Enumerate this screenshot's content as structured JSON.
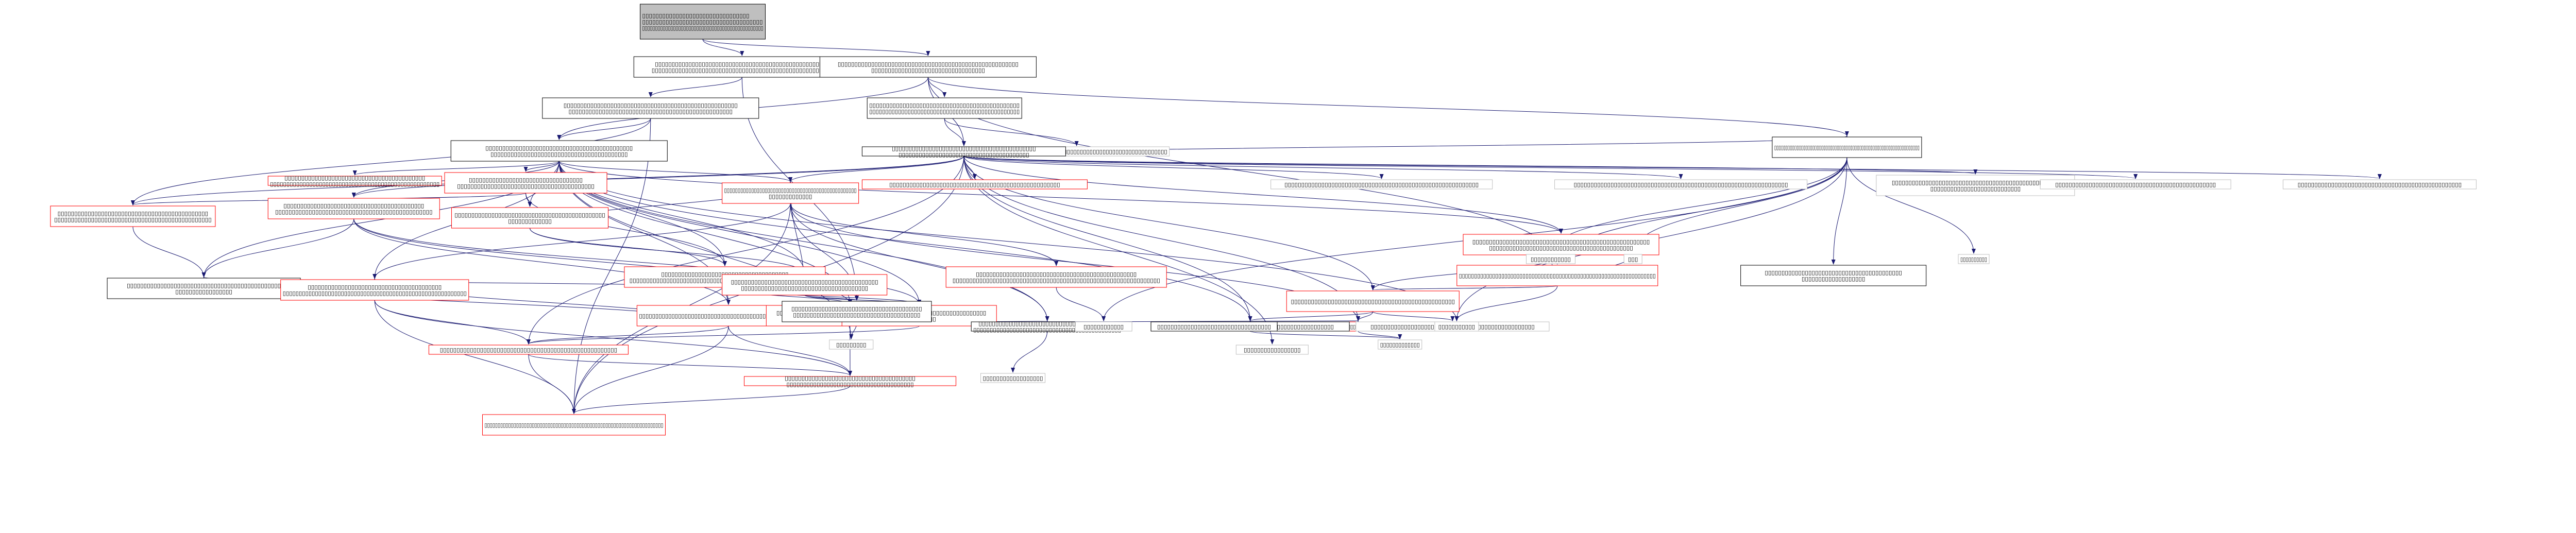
{
  "colors": {
    "root_fill": "#bfbfbf",
    "black_stroke": "#000000",
    "red_stroke": "#ff0000",
    "gray_stroke": "#bfbfbf",
    "edge": "#191970"
  },
  "nodes": [
    {
      "id": "root",
      "kind": "root",
      "lines": [
        "▯▯▯▯▯▯▯▯▯▯▯▯▯▯▯▯▯▯▯▯▯▯▯▯▯▯▯▯▯▯▯▯",
        "▯▯▯▯▯▯▯▯▯▯▯▯▯▯▯▯▯▯▯▯▯▯▯▯▯▯▯▯▯▯▯▯▯▯▯▯",
        "▯▯▯▯▯▯▯▯▯▯▯▯▯▯▯▯▯▯▯▯▯▯▯▯▯▯▯▯▯▯▯▯▯▯▯▯▯▯▯▯▯▯▯▯▯▯▯"
      ]
    },
    {
      "id": "n_a",
      "kind": "black",
      "lines": [
        "▯▯▯▯▯▯▯▯▯▯▯▯▯▯▯▯▯▯▯▯▯▯▯▯▯▯▯▯▯▯▯▯▯▯▯▯▯▯▯▯▯▯▯▯▯▯▯▯▯▯▯▯",
        "▯▯▯▯▯▯▯▯▯▯▯▯▯▯▯▯▯▯▯▯▯▯▯▯▯▯▯▯▯▯▯▯▯▯▯▯▯▯▯▯▯▯▯▯▯▯▯▯▯▯▯▯▯▯"
      ]
    },
    {
      "id": "n_b",
      "kind": "black",
      "lines": [
        "▯▯▯▯▯▯▯▯▯▯▯▯▯▯▯▯▯▯▯▯▯▯▯▯▯▯▯▯▯▯▯▯▯▯▯▯▯▯▯▯▯▯▯▯▯▯▯▯▯▯▯▯▯▯",
        "▯▯▯▯▯▯▯▯▯▯▯▯▯▯▯▯▯▯▯▯▯▯▯▯▯▯▯▯▯▯▯▯▯▯"
      ]
    },
    {
      "id": "n_c",
      "kind": "black",
      "lines": [
        "▯▯▯▯▯▯▯▯▯▯▯▯▯▯▯▯▯▯▯▯▯▯▯▯▯▯▯▯▯▯▯▯▯▯▯▯▯▯▯▯▯▯▯▯▯▯▯▯▯▯▯▯",
        "▯▯▯▯▯▯▯▯▯▯▯▯▯▯▯▯▯▯▯▯▯▯▯▯▯▯▯▯▯▯▯▯▯▯▯▯▯▯▯▯▯▯▯▯▯▯▯▯▯"
      ]
    },
    {
      "id": "n_d",
      "kind": "black",
      "lines": [
        "▯▯▯▯▯▯▯▯▯▯▯▯▯▯▯▯▯▯▯▯▯▯▯▯▯▯▯▯▯▯▯▯▯▯▯▯▯▯▯▯▯▯▯▯▯",
        "▯▯▯▯▯▯▯▯▯▯▯▯▯▯▯▯▯▯▯▯▯▯▯▯▯▯▯▯▯▯▯▯▯▯▯▯▯▯▯▯▯▯▯▯▯▯▯"
      ]
    },
    {
      "id": "n_e",
      "kind": "black",
      "lines": [
        "▯▯▯▯▯▯▯▯▯▯▯▯▯▯▯▯▯▯▯▯▯▯▯▯▯▯▯▯▯▯▯▯▯▯▯▯▯▯▯▯▯▯▯▯",
        "▯▯▯▯▯▯▯▯▯▯▯▯▯▯▯▯▯▯▯▯▯▯▯▯▯▯▯▯▯▯▯▯▯▯▯▯▯▯▯▯▯"
      ]
    },
    {
      "id": "n_f",
      "kind": "gray",
      "lines": [
        "▯▯▯▯▯▯▯▯▯▯▯▯▯▯▯▯▯▯▯▯▯▯▯▯▯▯▯▯▯▯▯▯▯▯▯▯▯▯▯▯▯▯▯▯▯▯▯▯▯▯▯▯▯▯▯▯"
      ]
    },
    {
      "id": "n_g",
      "kind": "black",
      "lines": [
        "▯▯▯▯▯▯▯▯▯▯▯▯▯▯▯▯▯▯▯▯▯▯▯▯▯▯▯▯▯▯▯▯▯▯▯▯▯▯▯▯▯▯▯",
        "▯▯▯▯▯▯▯▯▯▯▯▯▯▯▯▯▯▯▯▯▯▯▯▯▯▯▯▯▯▯▯▯▯▯▯▯▯▯▯"
      ]
    },
    {
      "id": "n_h",
      "kind": "black",
      "lines": [
        "▯▯▯▯▯▯▯▯▯▯▯▯▯▯▯▯▯▯▯▯▯▯▯▯▯▯▯▯▯▯▯▯▯▯▯▯▯▯▯▯▯▯▯▯▯▯▯▯▯▯▯▯▯▯▯▯▯▯▯▯▯▯▯▯▯"
      ]
    },
    {
      "id": "n_i",
      "kind": "black",
      "lines": [
        "▯▯▯▯▯▯▯▯▯▯▯▯▯▯▯▯▯▯▯▯▯▯▯▯▯▯▯▯▯▯▯▯▯▯▯▯▯▯▯▯▯▯▯▯▯▯",
        "▯▯▯▯▯▯▯▯▯▯▯▯▯▯▯▯▯"
      ]
    },
    {
      "id": "r_1",
      "kind": "red",
      "lines": [
        "▯▯▯▯▯▯▯▯▯▯▯▯▯▯▯▯▯▯▯▯▯▯▯▯▯▯▯▯▯▯▯▯▯▯",
        "▯▯▯▯▯▯▯▯▯▯▯▯▯▯▯▯▯▯▯▯▯▯▯▯▯▯▯▯▯▯▯▯▯▯▯▯▯▯▯▯▯"
      ]
    },
    {
      "id": "r_2",
      "kind": "red",
      "lines": [
        "▯▯▯▯▯▯▯▯▯▯▯▯▯▯▯▯▯▯▯▯▯▯▯▯▯▯▯▯▯▯▯▯▯▯▯▯▯▯▯▯▯▯▯▯▯",
        "▯▯▯▯▯▯▯▯▯▯▯▯▯"
      ]
    },
    {
      "id": "r_3",
      "kind": "red",
      "lines": [
        "▯▯▯▯▯▯▯▯▯▯▯▯▯▯▯▯▯▯▯▯▯▯▯▯▯▯▯▯▯▯▯▯▯▯▯▯▯▯▯▯▯▯",
        "▯▯▯▯▯▯▯▯▯▯▯▯▯▯▯▯▯▯▯▯▯▯▯▯▯▯▯▯▯▯▯▯▯▯▯▯▯▯▯▯▯▯▯▯▯▯▯"
      ]
    },
    {
      "id": "r_4",
      "kind": "red",
      "lines": [
        "▯▯▯▯▯▯▯▯▯▯▯▯▯▯▯▯▯▯▯▯▯▯▯▯▯▯▯▯▯▯▯▯▯▯▯▯▯▯▯▯▯▯▯▯▯",
        "▯▯▯▯▯▯▯▯▯▯▯▯▯▯▯▯▯▯▯▯▯▯▯▯▯▯▯▯▯▯▯▯▯▯▯▯▯▯▯▯▯▯▯▯▯▯▯"
      ]
    },
    {
      "id": "r_5",
      "kind": "red",
      "lines": [
        "▯▯▯▯▯▯▯▯▯▯▯▯▯▯▯▯▯▯▯▯▯▯▯▯▯▯▯▯▯▯▯▯▯▯▯▯▯▯▯▯▯▯▯▯▯▯▯▯▯",
        "▯▯▯▯▯▯▯▯▯▯▯▯▯"
      ]
    },
    {
      "id": "r_6",
      "kind": "red",
      "lines": [
        "▯▯▯▯▯▯▯▯▯▯▯▯▯▯▯▯▯▯▯▯▯▯▯▯▯▯▯▯▯▯▯▯▯▯▯▯▯▯",
        "▯▯▯▯▯▯▯▯▯▯▯▯▯▯▯▯▯▯▯▯▯▯▯▯▯▯▯▯▯▯▯▯▯▯▯▯▯▯▯▯▯▯▯▯▯▯▯▯▯▯▯▯▯▯▯▯▯"
      ]
    },
    {
      "id": "r_7",
      "kind": "red",
      "lines": [
        "▯▯▯▯▯▯▯▯▯▯▯▯▯▯▯▯▯▯▯▯▯▯▯▯▯▯▯▯▯▯▯▯▯▯▯▯▯▯▯▯▯▯▯▯",
        "▯▯▯▯▯▯▯▯▯▯▯▯▯▯▯▯▯▯▯▯▯▯▯▯▯▯▯▯▯▯▯▯▯▯▯▯▯▯"
      ]
    },
    {
      "id": "r_8",
      "kind": "red",
      "lines": [
        "▯▯▯▯▯▯▯▯▯▯▯▯▯▯▯▯▯▯▯▯▯▯▯▯▯▯▯▯▯▯▯▯▯▯▯▯▯▯▯▯▯▯▯▯▯▯▯▯▯▯▯▯▯▯▯"
      ]
    },
    {
      "id": "r_9",
      "kind": "red",
      "lines": [
        "▯▯▯▯▯▯▯▯▯▯▯▯▯▯▯▯▯▯▯▯▯▯▯▯▯▯▯▯▯▯▯▯▯▯▯▯▯▯▯▯▯▯▯▯",
        "▯▯▯▯▯▯▯▯▯"
      ]
    },
    {
      "id": "r_10",
      "kind": "red",
      "lines": [
        "▯▯▯▯▯▯▯▯▯▯▯▯▯▯▯▯▯▯▯▯▯▯▯▯▯▯▯▯▯▯▯▯▯▯▯▯▯▯▯▯",
        "▯▯▯▯▯▯▯▯▯▯"
      ]
    },
    {
      "id": "r_11",
      "kind": "red",
      "lines": [
        "▯▯▯▯▯▯▯▯▯▯▯▯▯▯▯▯▯▯▯▯▯▯▯▯▯▯▯▯▯▯▯▯▯▯▯▯▯▯▯▯▯▯",
        "▯▯▯▯▯▯▯▯▯▯▯▯▯▯▯▯▯▯▯▯▯▯▯▯▯▯▯▯▯▯▯▯▯▯▯▯▯▯▯▯▯▯▯▯▯▯▯▯▯▯▯▯"
      ]
    },
    {
      "id": "r_12",
      "kind": "red",
      "lines": [
        "▯▯▯▯▯▯▯▯▯▯▯▯▯▯▯▯▯▯▯▯▯▯▯▯▯▯▯▯▯▯▯▯▯▯▯▯▯▯▯▯",
        "▯▯▯▯▯▯▯▯▯▯▯▯▯▯▯▯▯▯▯▯▯▯▯▯▯▯▯▯▯▯▯▯▯▯▯▯▯▯▯▯▯▯▯▯▯▯▯▯▯▯▯▯▯▯▯▯▯"
      ]
    },
    {
      "id": "r_13",
      "kind": "red",
      "lines": [
        "▯▯▯▯▯▯▯▯▯▯▯▯▯▯▯▯▯▯▯▯▯▯▯▯▯▯▯▯▯▯▯▯▯▯▯▯▯▯▯▯▯▯▯▯▯▯▯▯▯▯▯"
      ]
    },
    {
      "id": "r_14",
      "kind": "red",
      "lines": [
        "▯▯▯▯▯▯▯▯▯▯▯▯▯▯▯▯▯▯▯▯▯▯▯▯▯▯▯▯▯▯▯▯▯▯▯▯▯▯▯▯▯▯▯▯▯▯▯▯▯▯▯▯▯"
      ]
    },
    {
      "id": "r_15",
      "kind": "red",
      "lines": [
        "▯▯▯▯▯▯▯▯▯▯▯▯▯▯▯▯▯▯▯▯▯▯▯▯▯▯▯▯▯▯▯▯▯▯▯▯▯▯▯",
        "▯▯▯▯▯▯▯▯▯▯▯▯▯▯▯▯▯▯▯▯▯▯▯▯▯▯▯▯▯▯▯▯▯▯▯▯▯▯"
      ]
    },
    {
      "id": "r_16",
      "kind": "red",
      "lines": [
        "▯▯▯▯▯▯▯▯▯▯▯▯▯▯▯▯▯▯▯▯▯▯▯▯▯▯▯▯▯▯▯▯▯▯▯▯▯▯▯▯▯▯▯▯▯▯▯▯▯▯▯▯▯▯▯▯▯▯"
      ]
    },
    {
      "id": "r_17",
      "kind": "red",
      "lines": [
        "▯▯▯▯▯▯▯▯▯▯▯▯▯▯▯▯▯▯▯▯▯▯▯▯▯▯▯▯▯▯▯▯▯▯▯▯▯▯▯▯▯▯▯▯▯▯▯▯",
        "▯▯▯▯▯▯▯▯▯▯▯▯▯▯▯▯▯▯▯▯▯▯▯▯▯▯▯▯▯▯▯▯▯▯▯▯▯▯▯▯▯▯▯▯▯▯▯▯▯▯▯▯▯▯▯▯▯▯▯▯▯▯"
      ]
    },
    {
      "id": "r_18",
      "kind": "red",
      "lines": [
        "▯▯▯▯▯▯▯▯▯▯▯▯▯▯▯▯▯▯▯▯▯▯▯▯▯▯▯▯▯▯▯▯▯▯▯▯▯▯▯▯▯▯▯▯▯▯▯▯▯"
      ]
    },
    {
      "id": "r_19",
      "kind": "red",
      "lines": [
        "▯▯▯▯▯▯▯▯▯▯▯▯▯▯▯▯▯▯▯▯▯▯▯▯▯▯▯▯▯▯▯▯▯▯▯▯▯▯▯▯▯▯▯▯▯▯▯▯▯▯▯▯▯▯▯▯▯▯▯▯▯▯▯▯▯"
      ]
    },
    {
      "id": "r_20",
      "kind": "red",
      "lines": [
        "▯▯▯▯▯▯▯▯▯▯▯▯▯▯▯▯▯▯▯▯▯▯▯▯▯▯▯▯▯▯▯▯▯▯▯▯▯▯▯▯▯▯▯▯▯▯▯▯▯▯▯▯▯",
        "▯▯▯▯▯▯▯▯▯▯▯▯▯▯▯▯▯▯▯▯▯▯▯▯▯▯▯▯▯▯▯▯▯▯▯▯▯▯▯▯▯▯▯"
      ]
    },
    {
      "id": "r_21",
      "kind": "red",
      "lines": [
        "▯▯▯▯▯▯▯▯▯▯▯▯▯▯▯▯▯▯▯▯▯▯▯▯▯▯▯▯▯▯▯▯▯▯▯▯▯▯▯▯▯▯▯▯▯▯▯▯▯▯▯▯▯▯▯▯▯▯▯▯▯▯▯▯▯▯▯▯"
      ]
    },
    {
      "id": "b_1",
      "kind": "black",
      "lines": [
        "▯▯▯▯▯▯▯▯▯▯▯▯▯▯▯▯▯▯▯▯▯▯▯▯▯▯▯▯▯▯▯▯▯▯▯▯▯▯▯",
        "▯▯▯▯▯▯▯▯▯▯▯▯▯▯▯▯▯▯▯▯▯▯▯▯▯▯▯▯▯▯▯▯▯▯▯▯▯▯"
      ]
    },
    {
      "id": "b_2",
      "kind": "black",
      "lines": [
        "▯▯▯▯▯▯▯▯▯▯▯▯▯▯▯▯▯▯▯▯▯▯▯▯▯▯▯▯▯▯▯▯▯▯▯▯▯▯▯▯▯",
        "▯▯▯▯▯▯▯▯▯▯▯▯▯▯▯▯▯▯▯▯▯▯▯▯▯▯▯▯▯▯▯▯▯▯▯▯▯▯▯▯▯▯▯▯▯"
      ]
    },
    {
      "id": "b_3",
      "kind": "black",
      "lines": [
        "▯▯▯▯▯▯▯▯▯▯▯▯▯▯▯▯▯▯▯▯▯▯▯▯▯▯▯▯▯▯▯▯▯▯▯▯▯▯▯▯▯▯▯▯▯▯▯▯▯▯"
      ]
    },
    {
      "id": "b_4",
      "kind": "black",
      "lines": [
        "▯▯▯▯▯▯▯▯▯▯▯▯▯▯▯▯▯▯▯▯▯▯▯▯▯▯▯▯▯▯▯▯▯▯"
      ]
    },
    {
      "id": "b_5",
      "kind": "black",
      "lines": [
        "▯▯▯▯▯▯▯▯▯▯▯▯▯▯▯▯▯▯▯▯▯▯▯▯▯▯▯▯▯▯▯▯▯▯▯▯▯▯▯▯▯",
        "▯▯▯▯▯▯▯▯▯▯▯▯▯▯▯▯▯▯▯"
      ]
    },
    {
      "id": "g_1",
      "kind": "gray",
      "lines": [
        "▯▯▯▯▯▯▯▯▯▯▯▯▯▯▯▯▯▯▯▯▯▯▯▯▯▯▯▯▯▯▯▯▯▯▯▯▯▯▯▯▯▯▯▯▯▯▯▯▯▯▯▯▯▯▯▯▯▯"
      ]
    },
    {
      "id": "g_2",
      "kind": "gray",
      "lines": [
        "▯▯▯▯▯▯▯▯▯▯▯▯▯▯▯▯▯▯▯▯▯▯▯▯▯▯▯▯▯▯▯▯▯▯▯▯▯▯▯▯▯▯▯▯▯▯▯▯▯▯▯▯▯▯▯▯▯▯▯▯▯▯▯▯"
      ]
    },
    {
      "id": "g_3",
      "kind": "gray",
      "lines": [
        "▯▯▯▯▯▯▯▯▯▯▯▯▯▯▯▯▯▯▯▯▯▯▯▯▯▯▯▯▯▯▯▯▯▯▯▯▯▯▯▯▯▯▯▯▯▯▯▯▯▯",
        "▯▯▯▯▯▯▯▯▯▯▯▯▯▯▯▯▯▯▯▯▯▯▯▯▯▯▯"
      ]
    },
    {
      "id": "g_4",
      "kind": "gray",
      "lines": [
        "▯▯▯▯▯▯▯▯▯▯▯▯▯▯▯▯▯▯▯▯▯▯▯▯▯▯▯▯▯▯▯▯▯▯▯▯▯▯▯▯▯▯▯▯▯▯▯▯"
      ]
    },
    {
      "id": "g_5",
      "kind": "gray",
      "lines": [
        "▯▯▯▯▯▯▯▯▯▯▯▯▯▯▯▯▯▯▯▯▯▯▯▯▯▯▯▯▯▯▯▯▯▯▯▯▯▯▯▯▯▯▯▯▯▯▯▯▯"
      ]
    },
    {
      "id": "g_6",
      "kind": "gray",
      "lines": [
        "▯▯▯▯▯▯▯▯▯"
      ]
    },
    {
      "id": "g_7",
      "kind": "gray",
      "lines": [
        "▯▯▯▯▯▯▯▯▯▯▯▯"
      ]
    },
    {
      "id": "g_8",
      "kind": "gray",
      "lines": [
        "▯▯▯"
      ]
    },
    {
      "id": "g_9",
      "kind": "gray",
      "lines": [
        "▯▯▯▯▯▯▯▯▯▯▯▯▯▯▯▯▯▯▯▯▯▯▯▯▯▯▯▯▯▯▯▯▯▯▯▯▯▯▯▯▯▯▯▯▯▯▯▯▯"
      ]
    },
    {
      "id": "g_10",
      "kind": "gray",
      "lines": [
        "▯▯▯▯▯▯▯▯▯▯"
      ]
    },
    {
      "id": "g_11",
      "kind": "gray",
      "lines": [
        "▯▯▯▯▯▯▯▯▯▯▯▯▯"
      ]
    },
    {
      "id": "g_12",
      "kind": "gray",
      "lines": [
        "▯▯▯▯▯▯▯▯▯▯▯"
      ]
    },
    {
      "id": "g_13",
      "kind": "gray",
      "lines": [
        "▯▯▯▯▯▯▯▯▯▯▯▯▯▯▯▯▯"
      ]
    },
    {
      "id": "g_14",
      "kind": "gray",
      "lines": [
        "▯▯▯▯▯▯▯▯▯▯▯▯▯▯▯▯▯▯"
      ]
    },
    {
      "id": "g_15",
      "kind": "gray",
      "lines": [
        "▯▯▯▯▯▯▯▯▯▯▯▯"
      ]
    }
  ],
  "edges": [
    [
      "root",
      "n_a"
    ],
    [
      "root",
      "n_b"
    ],
    [
      "n_a",
      "n_c"
    ],
    [
      "n_a",
      "b_1"
    ],
    [
      "n_b",
      "n_e"
    ],
    [
      "n_b",
      "n_d"
    ],
    [
      "n_b",
      "n_g"
    ],
    [
      "n_b",
      "n_h"
    ],
    [
      "n_b",
      "r_19"
    ],
    [
      "n_c",
      "n_e"
    ],
    [
      "n_c",
      "r_4"
    ],
    [
      "n_c",
      "r_21"
    ],
    [
      "n_d",
      "n_g"
    ],
    [
      "n_d",
      "n_f"
    ],
    [
      "n_e",
      "r_1"
    ],
    [
      "n_e",
      "r_2"
    ],
    [
      "n_e",
      "r_3"
    ],
    [
      "n_e",
      "r_5"
    ],
    [
      "n_e",
      "r_6"
    ],
    [
      "n_e",
      "r_7"
    ],
    [
      "n_e",
      "r_8"
    ],
    [
      "n_e",
      "r_9"
    ],
    [
      "n_e",
      "r_10"
    ],
    [
      "n_e",
      "r_11"
    ],
    [
      "n_e",
      "r_12"
    ],
    [
      "n_e",
      "r_20"
    ],
    [
      "n_e",
      "b_2"
    ],
    [
      "n_e",
      "b_3"
    ],
    [
      "n_e",
      "g_6"
    ],
    [
      "n_e",
      "g_12"
    ],
    [
      "n_e",
      "n_i"
    ],
    [
      "n_g",
      "r_13"
    ],
    [
      "n_g",
      "g_1"
    ],
    [
      "n_g",
      "g_2"
    ],
    [
      "n_g",
      "g_3"
    ],
    [
      "n_g",
      "g_4"
    ],
    [
      "n_g",
      "g_5"
    ],
    [
      "n_g",
      "n_h"
    ],
    [
      "n_g",
      "r_18"
    ],
    [
      "n_g",
      "b_3"
    ],
    [
      "n_g",
      "r_16"
    ],
    [
      "n_g",
      "r_20"
    ],
    [
      "n_g",
      "r_14"
    ],
    [
      "n_g",
      "r_21"
    ],
    [
      "n_g",
      "g_13"
    ],
    [
      "n_g",
      "r_4"
    ],
    [
      "n_g",
      "r_5"
    ],
    [
      "n_g",
      "r_3"
    ],
    [
      "n_h",
      "b_5"
    ],
    [
      "n_h",
      "r_19"
    ],
    [
      "n_h",
      "g_8"
    ],
    [
      "n_h",
      "g_7"
    ],
    [
      "n_h",
      "g_15"
    ],
    [
      "n_h",
      "g_10"
    ],
    [
      "n_h",
      "g_12"
    ],
    [
      "r_19",
      "r_18"
    ],
    [
      "r_19",
      "g_8"
    ],
    [
      "r_19",
      "g_12"
    ],
    [
      "r_19",
      "g_7"
    ],
    [
      "r_18",
      "r_16"
    ],
    [
      "r_18",
      "g_9"
    ],
    [
      "r_18",
      "b_3"
    ],
    [
      "r_16",
      "b_3"
    ],
    [
      "r_16",
      "g_11"
    ],
    [
      "r_1",
      "r_2"
    ],
    [
      "r_1",
      "r_4"
    ],
    [
      "r_1",
      "r_6"
    ],
    [
      "r_2",
      "r_6"
    ],
    [
      "r_2",
      "r_7"
    ],
    [
      "r_2",
      "r_5"
    ],
    [
      "r_3",
      "r_8"
    ],
    [
      "r_3",
      "r_9"
    ],
    [
      "r_3",
      "r_10"
    ],
    [
      "r_3",
      "n_i"
    ],
    [
      "r_4",
      "n_i"
    ],
    [
      "r_6",
      "r_8"
    ],
    [
      "r_6",
      "r_9"
    ],
    [
      "r_6",
      "r_10"
    ],
    [
      "r_6",
      "n_i"
    ],
    [
      "r_7",
      "r_10"
    ],
    [
      "r_7",
      "r_5"
    ],
    [
      "r_7",
      "b_1"
    ],
    [
      "r_5",
      "r_12"
    ],
    [
      "r_5",
      "r_16"
    ],
    [
      "r_5",
      "r_17"
    ],
    [
      "r_5",
      "b_1"
    ],
    [
      "r_5",
      "r_21"
    ],
    [
      "r_5",
      "b_2"
    ],
    [
      "r_8",
      "r_12"
    ],
    [
      "r_8",
      "r_14"
    ],
    [
      "r_8",
      "r_15"
    ],
    [
      "r_8",
      "n_i"
    ],
    [
      "r_8",
      "r_21"
    ],
    [
      "r_9",
      "r_15"
    ],
    [
      "r_10",
      "r_14"
    ],
    [
      "r_12",
      "n_i"
    ],
    [
      "r_12",
      "r_14"
    ],
    [
      "r_12",
      "r_15"
    ],
    [
      "r_12",
      "r_21"
    ],
    [
      "r_14",
      "r_15"
    ],
    [
      "r_14",
      "r_21"
    ],
    [
      "r_15",
      "r_21"
    ],
    [
      "b_1",
      "g_6"
    ],
    [
      "b_1",
      "b_2"
    ],
    [
      "b_1",
      "r_16"
    ],
    [
      "b_2",
      "g_14"
    ],
    [
      "b_3",
      "g_11"
    ],
    [
      "r_20",
      "r_18"
    ],
    [
      "r_20",
      "g_7"
    ],
    [
      "r_17",
      "g_15"
    ]
  ]
}
